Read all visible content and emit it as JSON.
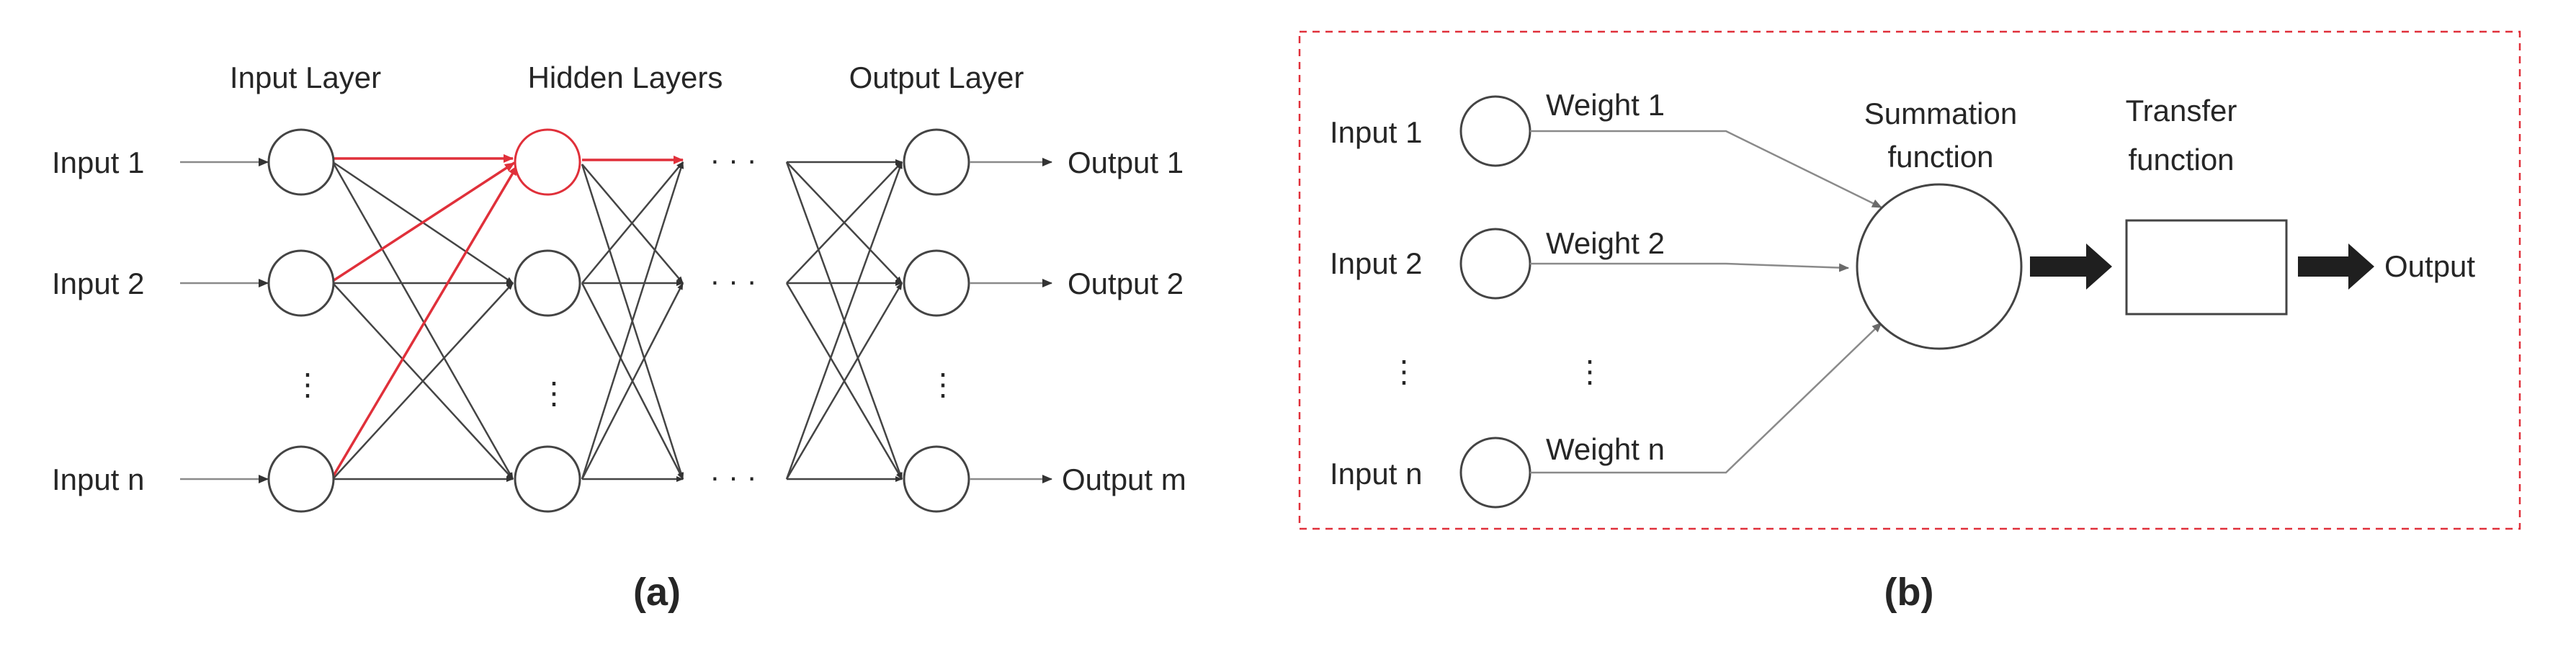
{
  "colors": {
    "ink": "#262626",
    "edge_dark": "#444444",
    "edge_light": "#8a8a8a",
    "highlight": "#e0303a",
    "dashed_frame": "#e0303a"
  },
  "panel_a": {
    "caption": "(a)",
    "input_layer_title": "Input Layer",
    "hidden_layers_title": "Hidden Layers",
    "output_layer_title": "Output Layer",
    "inputs": [
      "Input 1",
      "Input 2",
      "Input n"
    ],
    "outputs": [
      "Output 1",
      "Output 2",
      "Output m"
    ],
    "ellipsis_vertical": "⋮",
    "ellipsis_horizontal": "· · ·"
  },
  "panel_b": {
    "caption": "(b)",
    "inputs": [
      "Input 1",
      "Input 2",
      "Input n"
    ],
    "weights": [
      "Weight 1",
      "Weight 2",
      "Weight n"
    ],
    "summation_title": [
      "Summation",
      "function"
    ],
    "transfer_title": [
      "Transfer",
      "function"
    ],
    "output_label": "Output",
    "ellipsis_vertical": "⋮"
  }
}
